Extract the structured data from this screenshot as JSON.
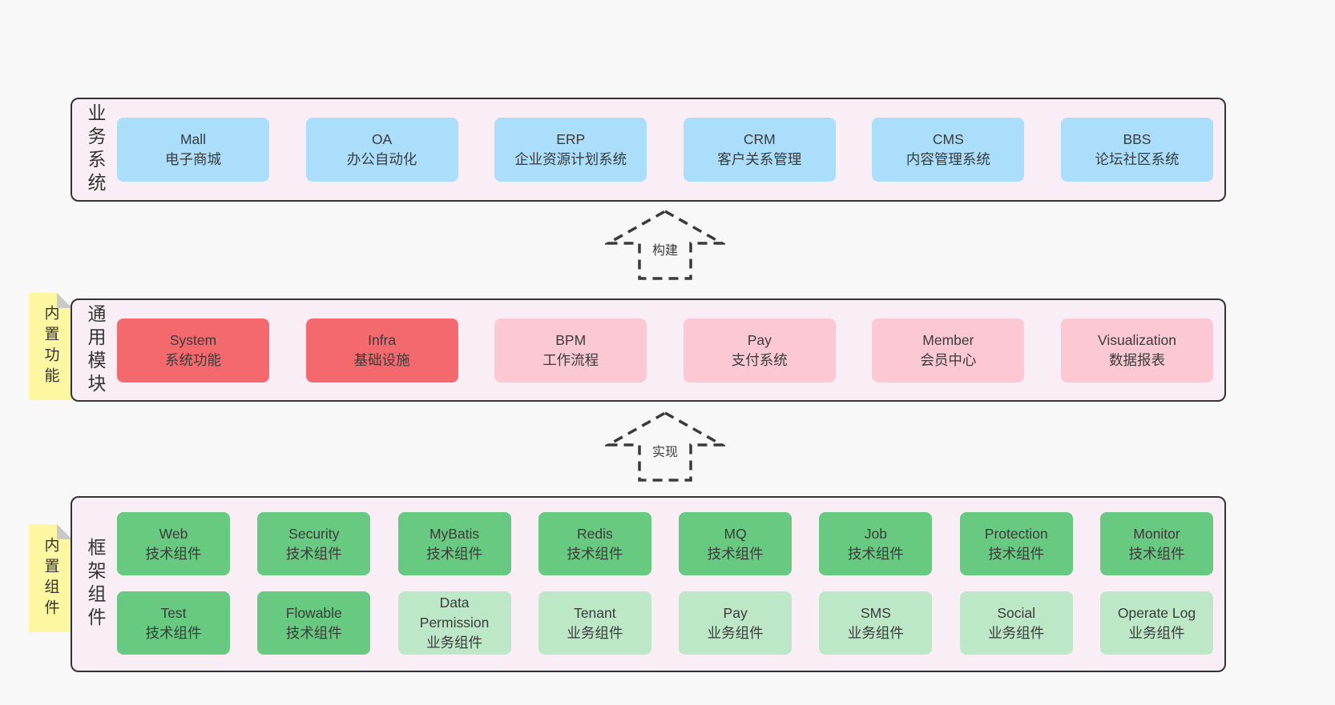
{
  "colors": {
    "page_background": "#f8f8f8",
    "band_background": "#f9edf6",
    "band_border": "#333333",
    "blue_box": "#abdefa",
    "red_box": "#f4696e",
    "pink_box": "#fbc8d4",
    "green_box": "#67ca80",
    "light_green_box": "#bce8c7",
    "note_background": "#fcf7a0",
    "note_fold": "#c9c9c9",
    "text": "#3b3b3b"
  },
  "arrows": [
    {
      "label": "构建"
    },
    {
      "label": "实现"
    }
  ],
  "bands": [
    {
      "label": "业务系统",
      "boxes": [
        {
          "title": "Mall",
          "subtitle": "电子商城",
          "color": "blue"
        },
        {
          "title": "OA",
          "subtitle": "办公自动化",
          "color": "blue"
        },
        {
          "title": "ERP",
          "subtitle": "企业资源计划系统",
          "color": "blue"
        },
        {
          "title": "CRM",
          "subtitle": "客户关系管理",
          "color": "blue"
        },
        {
          "title": "CMS",
          "subtitle": "内容管理系统",
          "color": "blue"
        },
        {
          "title": "BBS",
          "subtitle": "论坛社区系统",
          "color": "blue"
        }
      ]
    },
    {
      "label": "通用模块",
      "note": "内置功能",
      "boxes": [
        {
          "title": "System",
          "subtitle": "系统功能",
          "color": "red"
        },
        {
          "title": "Infra",
          "subtitle": "基础设施",
          "color": "red"
        },
        {
          "title": "BPM",
          "subtitle": "工作流程",
          "color": "pink"
        },
        {
          "title": "Pay",
          "subtitle": "支付系统",
          "color": "pink"
        },
        {
          "title": "Member",
          "subtitle": "会员中心",
          "color": "pink"
        },
        {
          "title": "Visualization",
          "subtitle": "数据报表",
          "color": "pink"
        }
      ]
    },
    {
      "label": "框架组件",
      "note": "内置组件",
      "rows": [
        [
          {
            "title": "Web",
            "subtitle": "技术组件",
            "color": "green"
          },
          {
            "title": "Security",
            "subtitle": "技术组件",
            "color": "green"
          },
          {
            "title": "MyBatis",
            "subtitle": "技术组件",
            "color": "green"
          },
          {
            "title": "Redis",
            "subtitle": "技术组件",
            "color": "green"
          },
          {
            "title": "MQ",
            "subtitle": "技术组件",
            "color": "green"
          },
          {
            "title": "Job",
            "subtitle": "技术组件",
            "color": "green"
          },
          {
            "title": "Protection",
            "subtitle": "技术组件",
            "color": "green"
          },
          {
            "title": "Monitor",
            "subtitle": "技术组件",
            "color": "green"
          }
        ],
        [
          {
            "title": "Test",
            "subtitle": "技术组件",
            "color": "green"
          },
          {
            "title": "Flowable",
            "subtitle": "技术组件",
            "color": "green"
          },
          {
            "title": "Data Permission",
            "subtitle": "业务组件",
            "color": "light_green"
          },
          {
            "title": "Tenant",
            "subtitle": "业务组件",
            "color": "light_green"
          },
          {
            "title": "Pay",
            "subtitle": "业务组件",
            "color": "light_green"
          },
          {
            "title": "SMS",
            "subtitle": "业务组件",
            "color": "light_green"
          },
          {
            "title": "Social",
            "subtitle": "业务组件",
            "color": "light_green"
          },
          {
            "title": "Operate Log",
            "subtitle": "业务组件",
            "color": "light_green"
          }
        ]
      ]
    }
  ]
}
